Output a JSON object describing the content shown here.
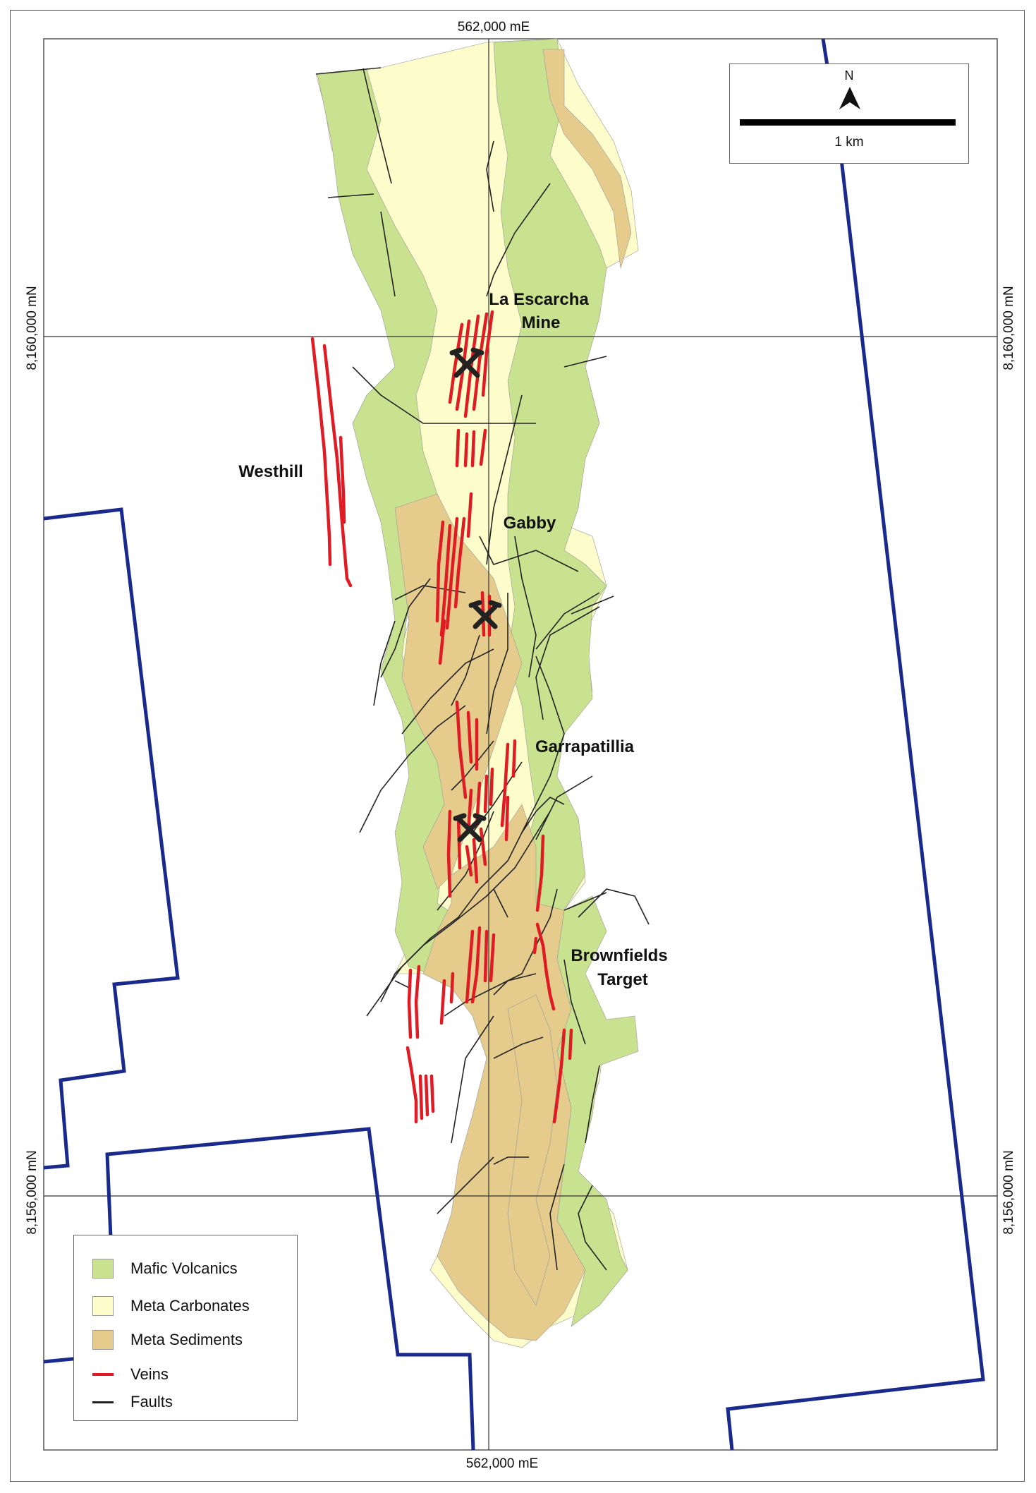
{
  "grid": {
    "easting_label": "562,000 mE",
    "northing_north_label": "8,160,000 mN",
    "northing_south_label": "8,156,000 mN"
  },
  "places": {
    "la_escarcha": [
      "La Escarcha",
      "Mine"
    ],
    "westhill": "Westhill",
    "gabby": "Gabby",
    "garrapatillia": "Garrapatillia",
    "brownfields": [
      "Brownfields",
      "Target"
    ]
  },
  "scale": {
    "north_label": "N",
    "bar_label": "1 km"
  },
  "legend": {
    "items": [
      {
        "label": "Mafic Volcanics",
        "kind": "fill",
        "color": "#c8e28f"
      },
      {
        "label": "Meta Carbonates",
        "kind": "fill",
        "color": "#fdfccb"
      },
      {
        "label": "Meta Sediments",
        "kind": "fill",
        "color": "#e5cc8d"
      },
      {
        "label": "Veins",
        "kind": "line",
        "color": "#e01b24"
      },
      {
        "label": "Faults",
        "kind": "line",
        "color": "#222222"
      }
    ]
  },
  "colors": {
    "mafic_volcanics": "#c8e28f",
    "meta_carbonates": "#fdfccb",
    "meta_sediments": "#e5cc8d",
    "veins": "#e01b24",
    "faults": "#222222",
    "tenement_boundary": "#1a2a8c",
    "mine_symbol": "#222222"
  }
}
